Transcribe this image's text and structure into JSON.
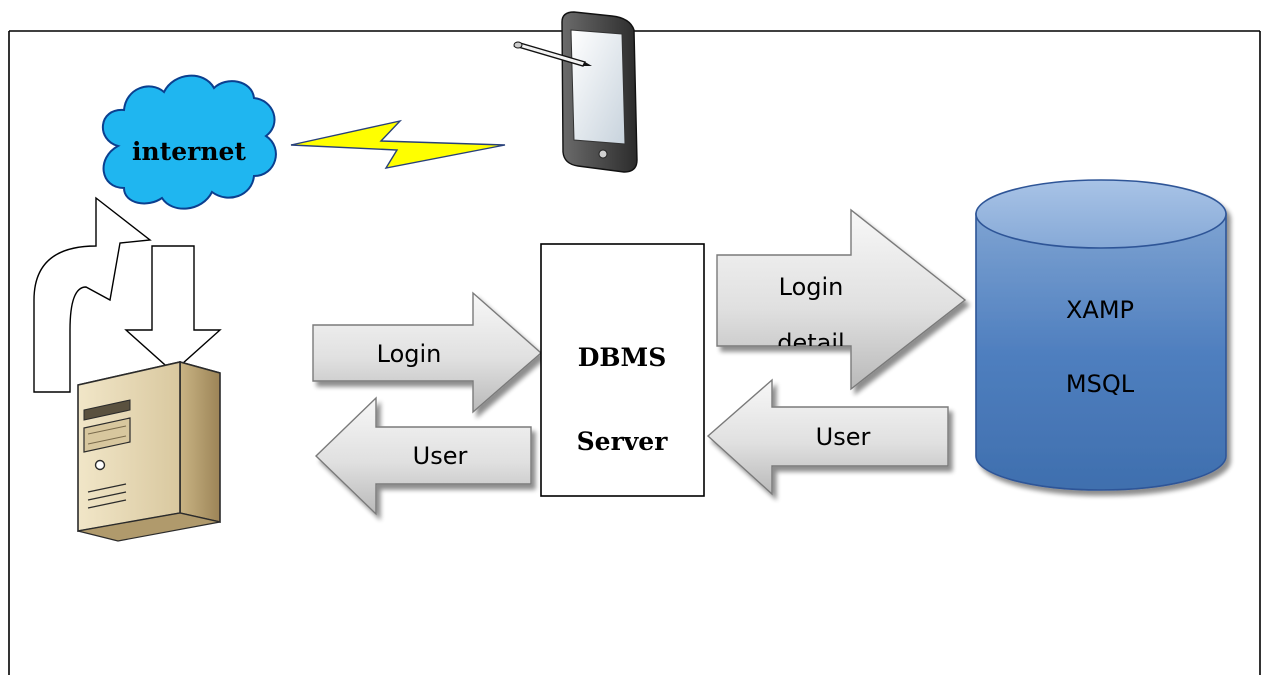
{
  "nodes": {
    "internet": {
      "label": "internet"
    },
    "dbms": {
      "line1": "DBMS",
      "line2": "Server"
    },
    "database": {
      "line1": "XAMP",
      "line2": "MSQL"
    }
  },
  "arrows": {
    "login": "Login",
    "user_left": "User",
    "login_detail_line1": "Login",
    "login_detail_line2": "detail",
    "user_right": "User"
  },
  "icons": {
    "cloud": "cloud-icon",
    "tablet": "tablet-icon",
    "server": "server-tower-icon",
    "database": "database-cylinder-icon",
    "wireless": "lightning-link-icon"
  },
  "colors": {
    "cloud_fill": "#1fb6f0",
    "bolt_fill": "#ffff00",
    "cylinder_top": "#8fb0d8",
    "cylinder_body": "#4f7fbf",
    "arrow_fill_light": "#f4f4f4",
    "arrow_fill_dark": "#bdbdbd",
    "server_fill": "#e7d9b6"
  }
}
